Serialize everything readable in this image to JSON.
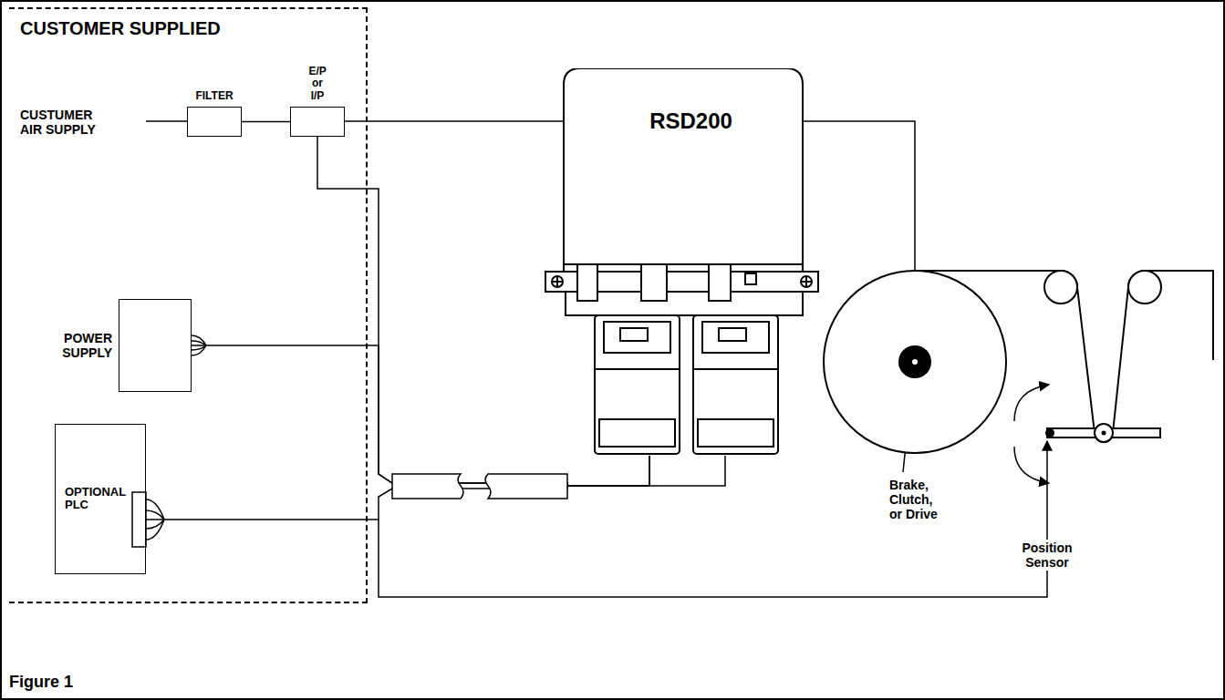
{
  "diagram": {
    "caption": "Figure 1",
    "nodes": [
      {
        "text": [
          "CUSTOMER SUPPLIED"
        ]
      },
      {
        "text": [
          "FILTER"
        ],
        "in": 0
      },
      {
        "text": [
          "E/P or I/P"
        ],
        "in": 0
      },
      {
        "text": [
          "POWER SUPPLY"
        ],
        "in": 0
      },
      {
        "text": [
          "OPTIONAL PLC"
        ],
        "in": 0
      },
      {
        "text": [
          "RSD200"
        ]
      }
    ],
    "edges": [
      {
        "from": 1,
        "to": 2,
        "arrow": "none"
      },
      {
        "from": 2,
        "to": 5,
        "arrow": "none"
      },
      {
        "from": 3,
        "to": 5,
        "arrow": "none"
      },
      {
        "from": 4,
        "to": 5,
        "arrow": "none"
      }
    ],
    "labels": [
      "CUSTUMER AIR SUPPLY",
      "Brake, Clutch, or Drive",
      "Position Sensor"
    ]
  }
}
